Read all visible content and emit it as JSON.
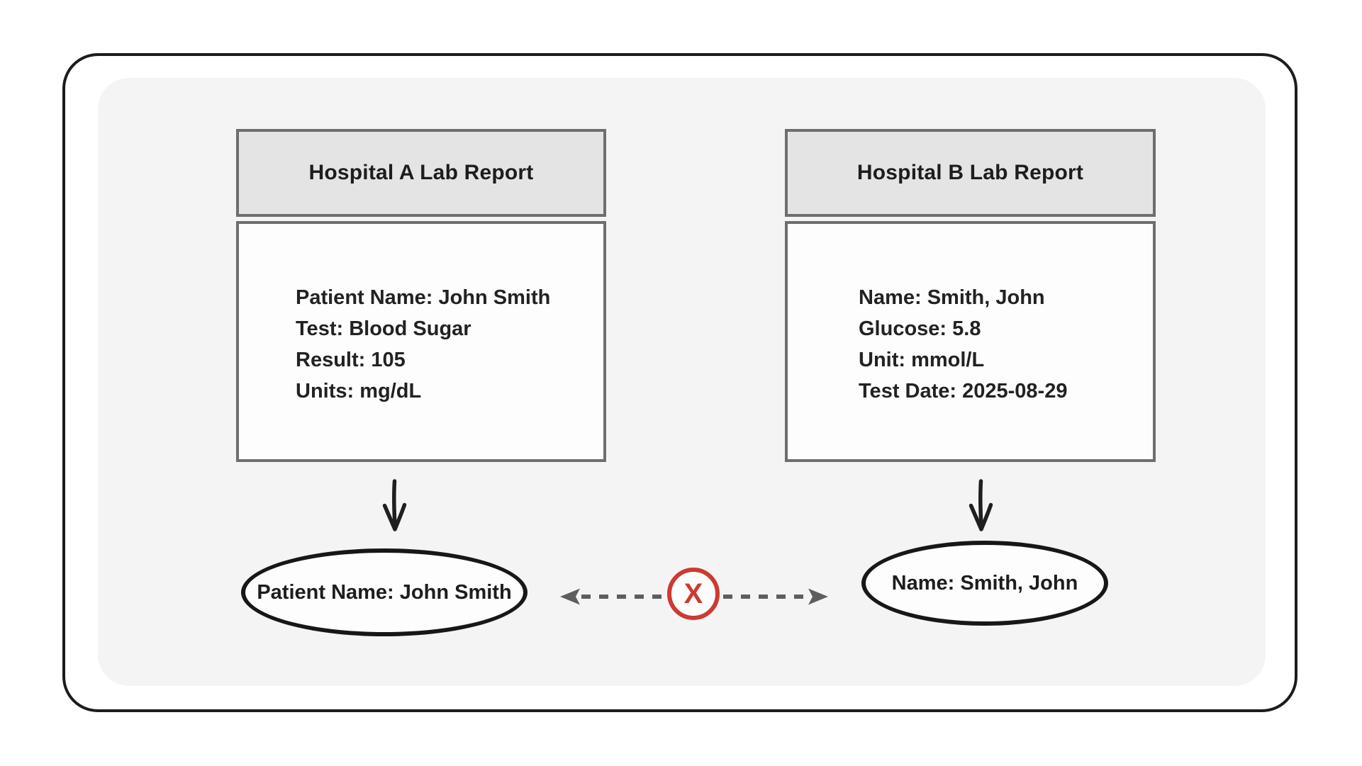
{
  "cards": {
    "left": {
      "title": "Hospital A Lab Report",
      "lines": [
        "Patient Name: John Smith",
        "Test: Blood Sugar",
        "Result: 105",
        "Units: mg/dL"
      ]
    },
    "right": {
      "title": "Hospital B Lab Report",
      "lines": [
        "Name: Smith, John",
        "Glucose: 5.8",
        "Unit: mmol/L",
        "Test Date: 2025-08-29"
      ]
    }
  },
  "extracted_fields": {
    "left": "Patient Name: John Smith",
    "right": "Name: Smith, John"
  },
  "mismatch_marker": {
    "label": "X"
  },
  "colors": {
    "error_red": "#cd3a31",
    "connector_gray": "#5e5e5e",
    "card_header_bg": "#e4e4e4",
    "card_border": "#6e6e6e",
    "panel_bg": "#f4f4f5",
    "ink": "#1c1c1c"
  }
}
